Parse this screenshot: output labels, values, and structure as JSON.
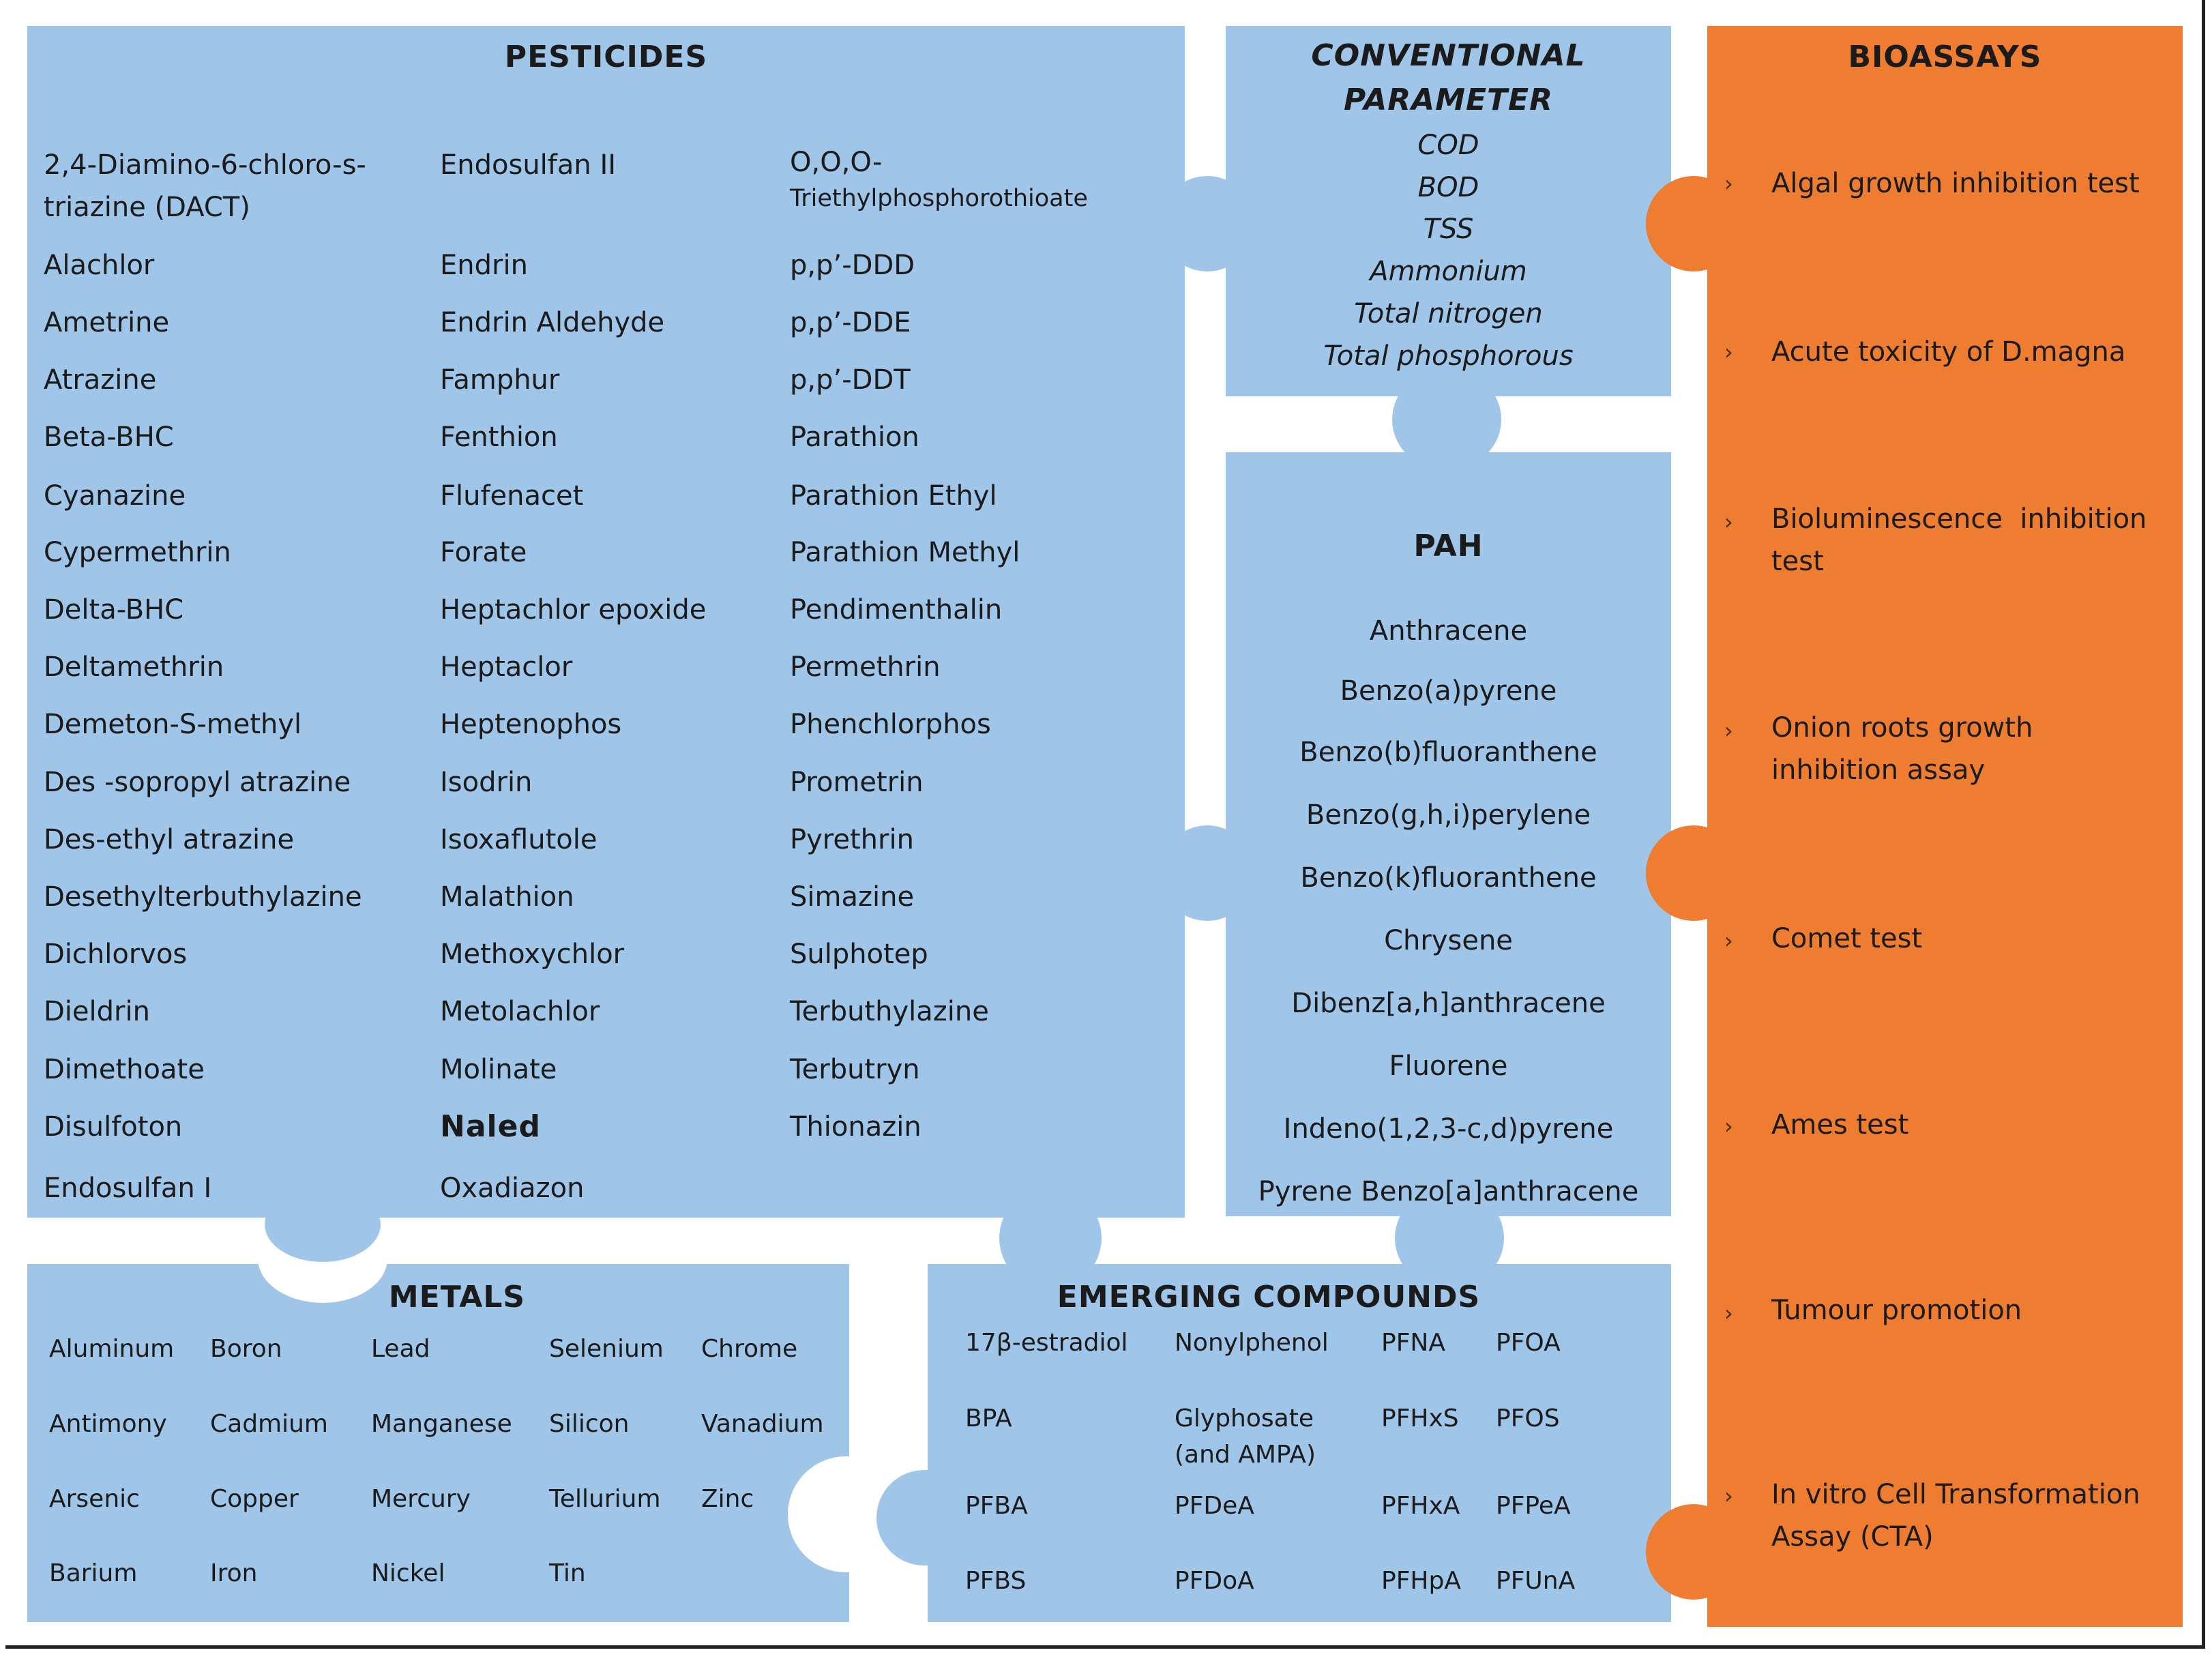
{
  "colors": {
    "blue": "#9fc5e8",
    "orange": "#ee7d31",
    "text": "#1b1b1b"
  },
  "pesticides": {
    "title": "PESTICIDES",
    "col1": [
      "2,4-Diamino-6-chloro-s-",
      "triazine (DACT)",
      "Alachlor",
      "Ametrine",
      "Atrazine",
      "Beta-BHC",
      "Cyanazine",
      "Cypermethrin",
      "Delta-BHC",
      "Deltamethrin",
      "Demeton-S-methyl",
      "Des -sopropyl atrazine",
      "Des-ethyl atrazine",
      "Desethylterbuthylazine",
      "Dichlorvos",
      "Dieldrin",
      "Dimethoate",
      "Disulfoton",
      "Endosulfan I"
    ],
    "col2": [
      "Endosulfan II",
      "Endrin",
      "Endrin Aldehyde",
      "Famphur",
      "Fenthion",
      "Flufenacet",
      "Forate",
      "Heptachlor epoxide",
      "Heptaclor",
      "Heptenophos",
      "Isodrin",
      "Isoxaflutole",
      "Malathion",
      "Methoxychlor",
      "Metolachlor",
      "Molinate",
      "Naled",
      "Oxadiazon"
    ],
    "col3": [
      "O,O,O-",
      "Triethylphosphorothioate",
      "p,p’-DDD",
      "p,p’-DDE",
      "p,p’-DDT",
      "Parathion",
      "Parathion Ethyl",
      "Parathion Methyl",
      "Pendimenthalin",
      "Permethrin",
      "Phenchlorphos",
      "Prometrin",
      "Pyrethrin",
      "Simazine",
      "Sulphotep",
      "Terbuthylazine",
      "Terbutryn",
      "Thionazin"
    ]
  },
  "conventional": {
    "title1": "CONVENTIONAL",
    "title2": "PARAMETER",
    "items": [
      "COD",
      "BOD",
      "TSS",
      "Ammonium",
      "Total nitrogen",
      "Total phosphorous"
    ]
  },
  "pah": {
    "title": "PAH",
    "items": [
      "Anthracene",
      "Benzo(a)pyrene",
      "Benzo(b)fluoranthene",
      "Benzo(g,h,i)perylene",
      "Benzo(k)fluoranthene",
      "Chrysene",
      "Dibenz[a,h]anthracene",
      "Fluorene",
      "Indeno(1,2,3-c,d)pyrene",
      "Pyrene Benzo[a]anthracene"
    ]
  },
  "bioassays": {
    "title": "BIOASSAYS",
    "bullet": "›",
    "items": [
      [
        "Algal growth inhibition test"
      ],
      [
        "Acute toxicity of D.magna"
      ],
      [
        "Bioluminescence  inhibition",
        "test"
      ],
      [
        "Onion roots growth",
        "inhibition assay"
      ],
      [
        "Comet test"
      ],
      [
        "Ames test"
      ],
      [
        "Tumour promotion"
      ],
      [
        "In vitro Cell Transformation",
        "Assay (CTA)"
      ]
    ]
  },
  "metals": {
    "title": "METALS",
    "col1": [
      "Aluminum",
      "Antimony",
      "Arsenic",
      "Barium"
    ],
    "col2": [
      "Boron",
      "Cadmium",
      "Copper",
      "Iron"
    ],
    "col3": [
      "Lead",
      "Manganese",
      "Mercury",
      "Nickel"
    ],
    "col4": [
      "Selenium",
      "Silicon",
      "Tellurium",
      "Tin"
    ],
    "col5": [
      "Chrome",
      "Vanadium",
      "Zinc"
    ]
  },
  "emerging": {
    "title": "EMERGING COMPOUNDS",
    "col1": [
      "17β-estradiol",
      "BPA",
      "PFBA",
      "PFBS"
    ],
    "col2": [
      "Nonylphenol",
      "Glyphosate",
      "(and AMPA)",
      "PFDeA",
      "PFDoA"
    ],
    "col3": [
      "PFNA",
      "PFHxS",
      "PFHxA",
      "PFHpA"
    ],
    "col4": [
      "PFOA",
      "PFOS",
      "PFPeA",
      "PFUnA"
    ]
  }
}
